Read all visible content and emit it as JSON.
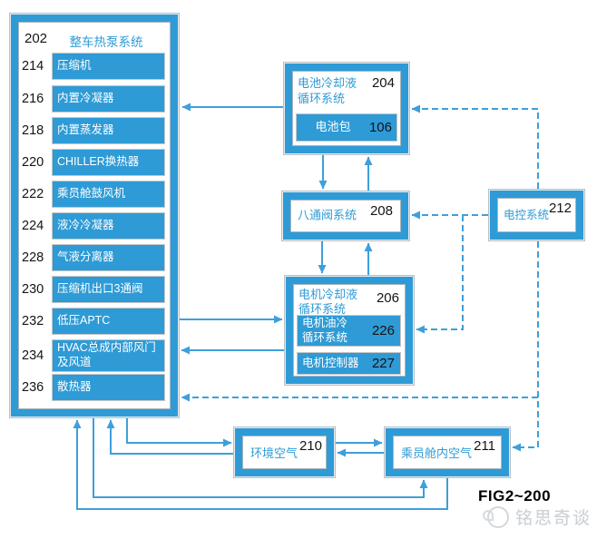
{
  "colors": {
    "accent_blue": "#2E9BD6",
    "line_blue": "#3E9FDB",
    "number_black": "#141414",
    "watermark_gray": "#CCD1D5"
  },
  "main_system": {
    "number": "202",
    "label": "整车热泵系统",
    "items": [
      {
        "number": "214",
        "label": "压缩机"
      },
      {
        "number": "216",
        "label": "内置冷凝器"
      },
      {
        "number": "218",
        "label": "内置蒸发器"
      },
      {
        "number": "220",
        "label": "CHILLER换热器"
      },
      {
        "number": "222",
        "label": "乘员舱鼓风机"
      },
      {
        "number": "224",
        "label": "液冷冷凝器"
      },
      {
        "number": "228",
        "label": "气液分离器"
      },
      {
        "number": "230",
        "label": "压缩机出口3通阀"
      },
      {
        "number": "232",
        "label": "低压APTC"
      },
      {
        "number": "234",
        "label": "HVAC总成内部风门及风道"
      },
      {
        "number": "236",
        "label": "散热器"
      }
    ]
  },
  "battery_system": {
    "number": "204",
    "label": "电池冷却液循环系统",
    "battery_pack": {
      "number": "106",
      "label": "电池包"
    }
  },
  "valve_system": {
    "number": "208",
    "label": "八通阀系统"
  },
  "motor_system": {
    "number": "206",
    "label": "电机冷却液循环系统",
    "oil_cooling": {
      "number": "226",
      "label": "电机油冷循环系统"
    },
    "controller": {
      "number": "227",
      "label": "电机控制器"
    }
  },
  "control_system": {
    "number": "212",
    "label": "电控系统"
  },
  "ambient_air": {
    "number": "210",
    "label": "环境空气"
  },
  "cabin_air": {
    "number": "211",
    "label": "乘员舱内空气"
  },
  "figure_label": "FIG2~200",
  "watermark": "铭思奇谈"
}
